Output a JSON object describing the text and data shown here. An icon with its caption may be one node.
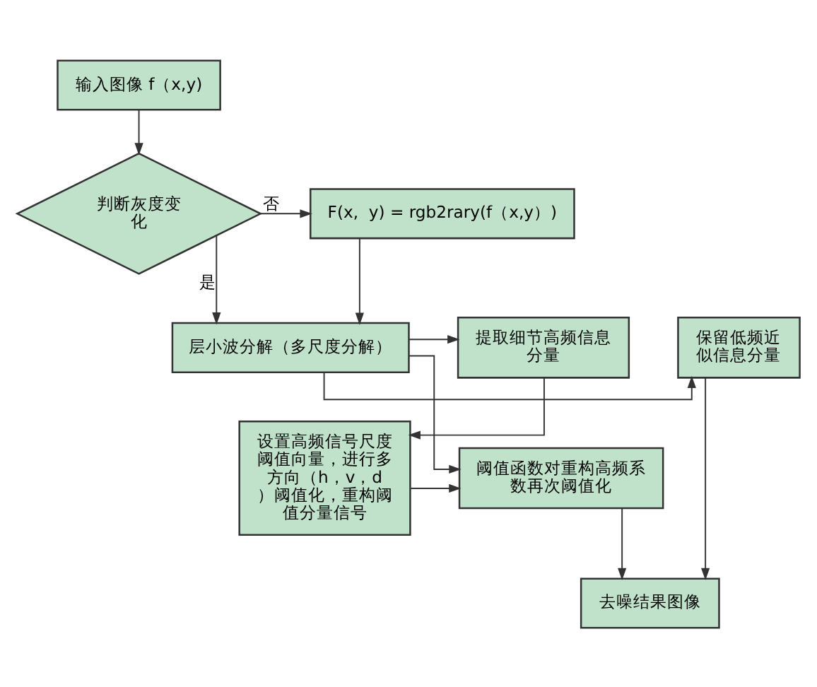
{
  "diagram": {
    "nodes": [
      {
        "text": [
          "输入图像 f（x,y)"
        ]
      },
      {
        "text": [
          "判断灰度变化"
        ]
      },
      {
        "text": [
          "F(x,  y) = rgb2rary(f（x,y）)"
        ]
      },
      {
        "text": [
          "保留低频近似信息分量"
        ]
      },
      {
        "text": [
          "层小波分解（多尺度分解）"
        ]
      },
      {
        "text": [
          "提取细节高频信息分量"
        ]
      },
      {
        "text": [
          "阈值函数对重构高频系数再次阈值化"
        ]
      },
      {
        "text": [
          "设置高频信号尺度阈值向量，进行多方向（h，v，d）阈值化，重构阈值分量信号"
        ]
      },
      {
        "text": [
          "去噪结果图像"
        ]
      }
    ],
    "edges": [
      {
        "from": 0,
        "to": 1,
        "arrow": "to"
      },
      {
        "from": 1,
        "to": 2,
        "arrow": "to",
        "label": "否"
      },
      {
        "from": 1,
        "to": 4,
        "arrow": "to",
        "label": "是"
      },
      {
        "from": 2,
        "to": 4,
        "arrow": "to"
      },
      {
        "from": 4,
        "to": 3,
        "arrow": "to"
      },
      {
        "from": 4,
        "to": 5,
        "arrow": "to"
      },
      {
        "from": 4,
        "to": 6,
        "arrow": "to"
      },
      {
        "from": 5,
        "to": 7,
        "arrow": "to"
      },
      {
        "from": 7,
        "to": 6,
        "arrow": "to"
      },
      {
        "from": 3,
        "to": 8,
        "arrow": "to"
      },
      {
        "from": 6,
        "to": 8,
        "arrow": "to"
      }
    ]
  }
}
